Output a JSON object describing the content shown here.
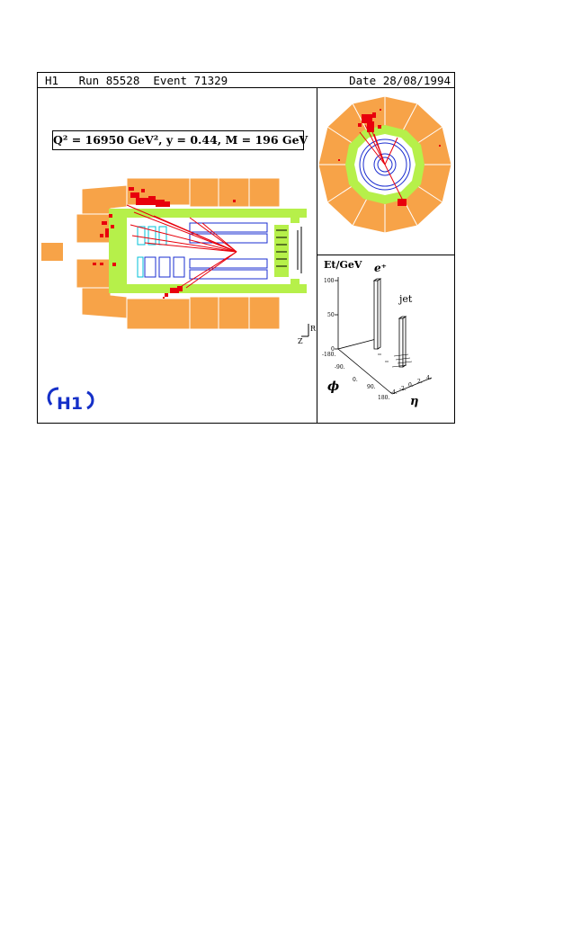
{
  "header": {
    "left": "H1   Run 85528  Event 71329",
    "right": "Date 28/08/1994"
  },
  "kinematics": "Q² = 16950 GeV²,  y = 0.44,  M = 196 GeV",
  "axis_legend": {
    "r": "R",
    "z": "Z"
  },
  "lego_plot": {
    "title": "Et/GeV",
    "et_ticks": [
      "100",
      "50",
      "0"
    ],
    "phi_label": "ϕ",
    "eta_label": "η",
    "phi_ticks": [
      "-180.",
      "-90.",
      "0.",
      "90.",
      "180."
    ],
    "eta_ticks": [
      "-4.",
      "-2.",
      "0.",
      "2.",
      "4."
    ],
    "peak_labels": {
      "positron": "e⁺",
      "jet": "jet"
    }
  },
  "colors": {
    "calorimeter_hadronic": "#f7a348",
    "calorimeter_em": "#b6f04a",
    "deposits": "#e8000c",
    "tracker": "#1a2cd0",
    "cyan_chambers": "#00c0d8",
    "logo": "#1530c8"
  },
  "logo": "H1"
}
